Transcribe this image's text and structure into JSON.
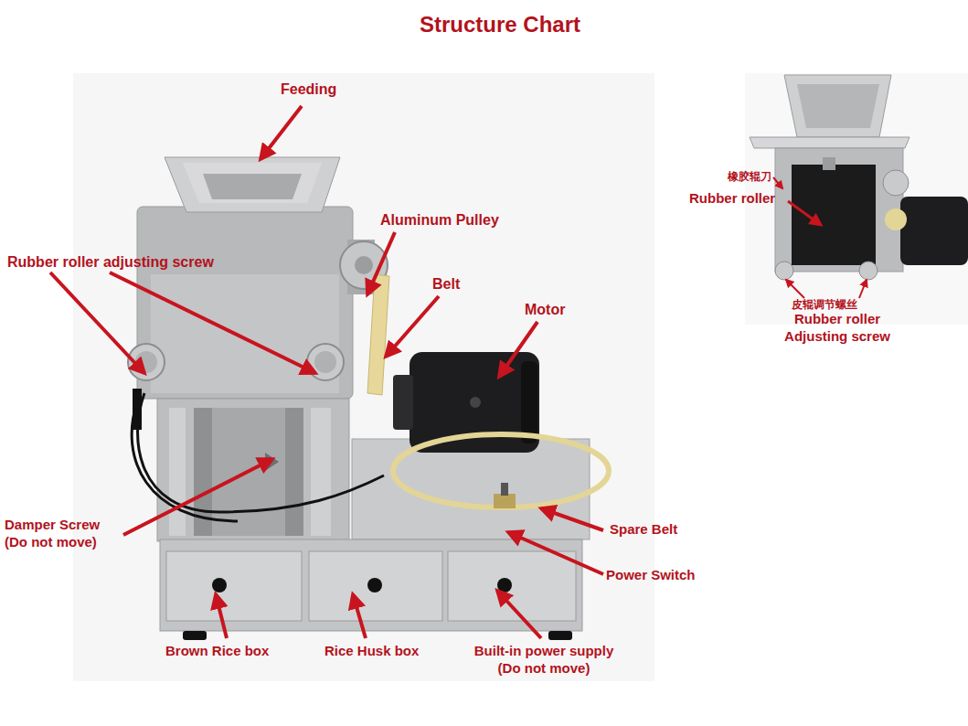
{
  "diagram": {
    "title": "Structure Chart",
    "labels": [
      "Feeding",
      "Aluminum Pulley",
      "Rubber roller adjusting screw",
      "Belt",
      "Motor",
      "Damper Screw (Do not move)",
      "Spare Belt",
      "Power Switch",
      "Brown Rice box",
      "Rice Husk box",
      "Built-in power supply (Do not move)",
      "橡胶辊刀",
      "Rubber roller",
      "皮辊调节螺丝",
      "Rubber roller Adjusting screw"
    ]
  }
}
